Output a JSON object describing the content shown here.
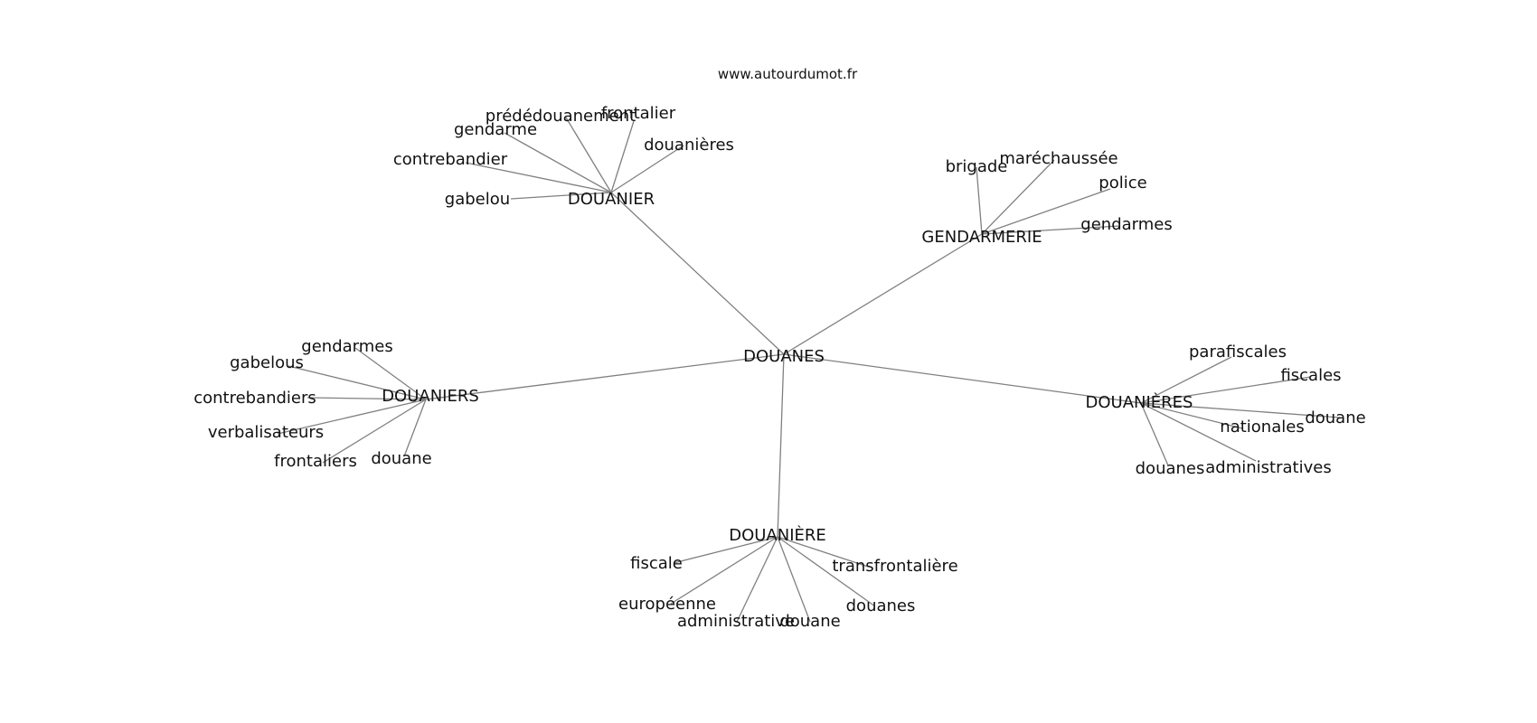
{
  "source": "www.autourdumot.fr",
  "graph": {
    "center": "DOUANES",
    "hubs": [
      {
        "label": "DOUANIER",
        "words": [
          "prédédouanement",
          "frontalier",
          "gendarme",
          "douanières",
          "contrebandier",
          "gabelou"
        ]
      },
      {
        "label": "GENDARMERIE",
        "words": [
          "brigade",
          "maréchaussée",
          "police",
          "gendarmes"
        ]
      },
      {
        "label": "DOUANIERS",
        "words": [
          "gendarmes",
          "gabelous",
          "contrebandiers",
          "verbalisateurs",
          "frontaliers",
          "douane"
        ]
      },
      {
        "label": "DOUANIÈRES",
        "words": [
          "parafiscales",
          "fiscales",
          "douane",
          "nationales",
          "douanes",
          "administratives"
        ]
      },
      {
        "label": "DOUANIÈRE",
        "words": [
          "fiscale",
          "transfrontalière",
          "européenne",
          "douanes",
          "administrative",
          "douane"
        ]
      }
    ]
  },
  "colors": {
    "edge": "#808080",
    "text": "#111111",
    "background": "#ffffff"
  }
}
